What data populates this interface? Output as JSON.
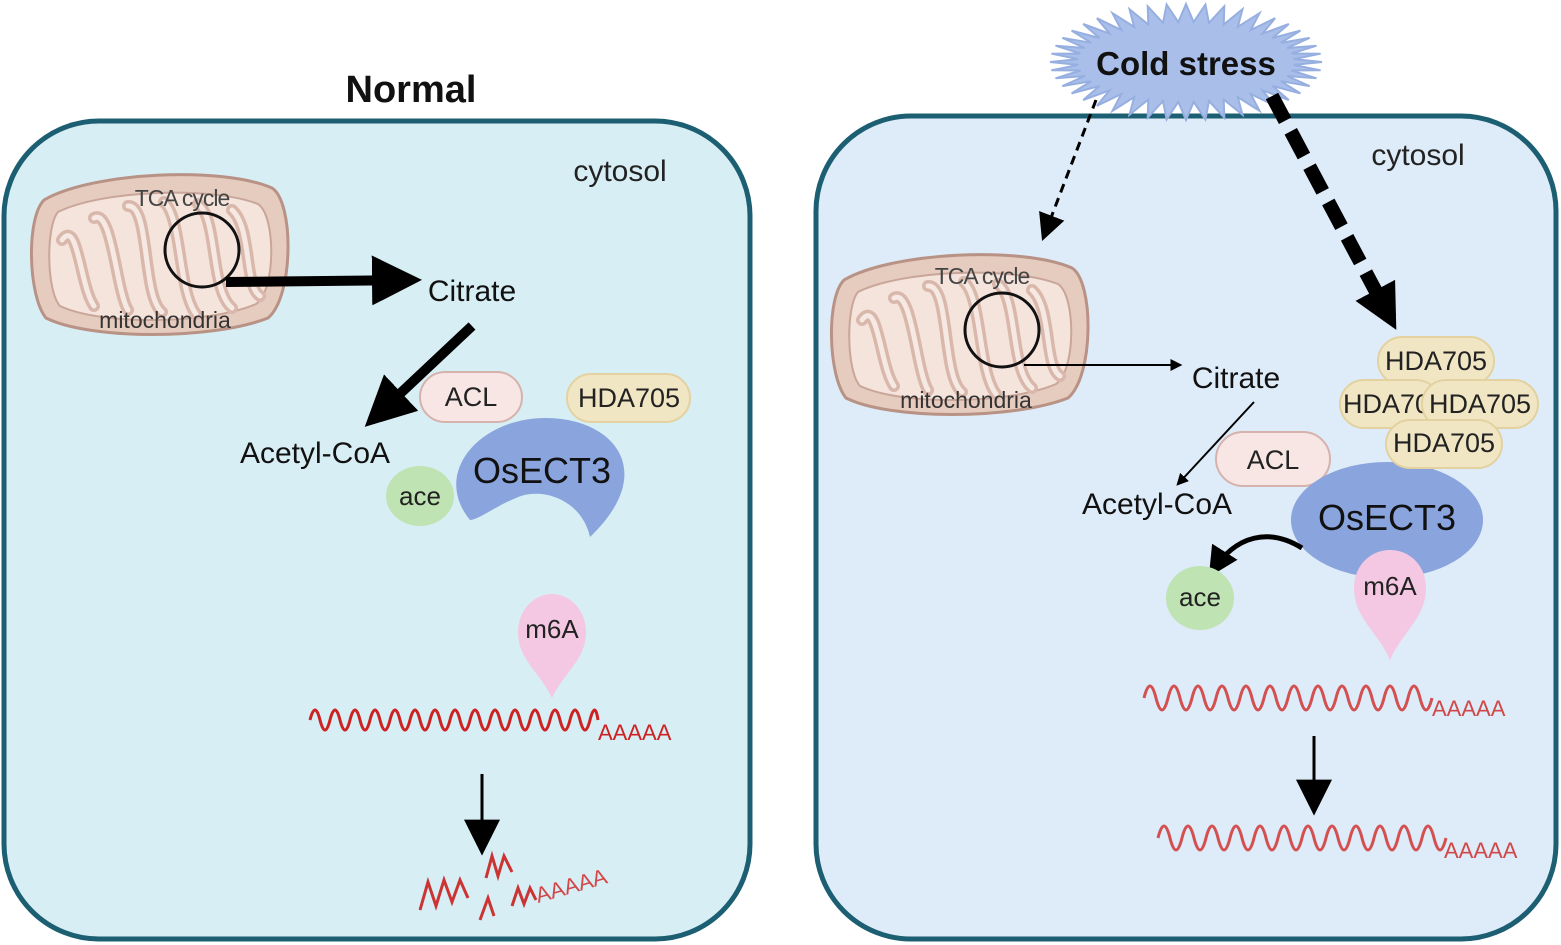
{
  "left_panel": {
    "title": "Normal",
    "cytosol": "cytosol",
    "tca_cycle": "TCA cycle",
    "mitochondria": "mitochondria",
    "citrate": "Citrate",
    "acetyl_coa": "Acetyl-CoA",
    "acl": "ACL",
    "hda705": "HDA705",
    "osect3": "OsECT3",
    "ace": "ace",
    "m6a": "m6A",
    "polya": "AAAAA",
    "polya_degraded": "AAAAA"
  },
  "right_panel": {
    "stress": "Cold stress",
    "cytosol": "cytosol",
    "tca_cycle": "TCA cycle",
    "mitochondria": "mitochondria",
    "citrate": "Citrate",
    "acetyl_coa": "Acetyl-CoA",
    "acl": "ACL",
    "hda705_a": "HDA705",
    "hda705_b": "HDA70",
    "hda705_c": "HDA705",
    "hda705_d": "HDA705",
    "osect3": "OsECT3",
    "ace": "ace",
    "m6a": "m6A",
    "polya_top": "AAAAA",
    "polya_bottom": "AAAAA"
  },
  "colors": {
    "left_cell_fill": "#d8eef5",
    "right_cell_fill": "#deebf8",
    "cell_border": "#1d5f72",
    "osect3": "#8aa4de",
    "hda705": "#f1e6c4",
    "acl": "#f7e6e4",
    "ace": "#bfe3b3",
    "m6a": "#f4c8e2",
    "mrna": "#cc2222",
    "stress": "#a9bfea",
    "mito_fill": "#e6cbbf",
    "mito_edge": "#b89385"
  }
}
